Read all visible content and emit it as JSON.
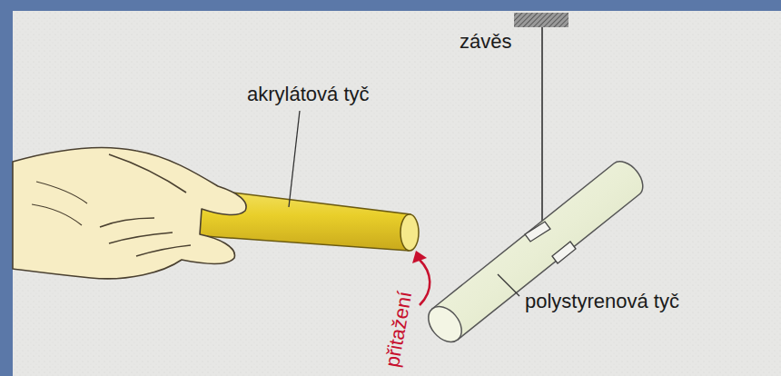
{
  "diagram": {
    "labels": [
      "závěs",
      "akrylátová tyč",
      "přitažení",
      "polystyrenová tyč"
    ]
  }
}
